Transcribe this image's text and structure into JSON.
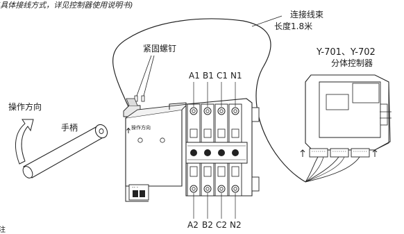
{
  "note": "(具体接线方式，详见控制器使用说明书)",
  "cable": {
    "line1": "连接线束",
    "line2": "长度1.8米"
  },
  "controller": {
    "models": "Y-701、Y-702",
    "name": "分体控制器"
  },
  "screw_label": "紧固螺钉",
  "operation_direction": "操作方向",
  "handle_label": "手柄",
  "plate_label": "操作方向",
  "terminals_top": [
    "A1",
    "B1",
    "C1",
    "N1"
  ],
  "terminals_bottom": [
    "A2",
    "B2",
    "C2",
    "N2"
  ],
  "bottom_fragment": "注"
}
